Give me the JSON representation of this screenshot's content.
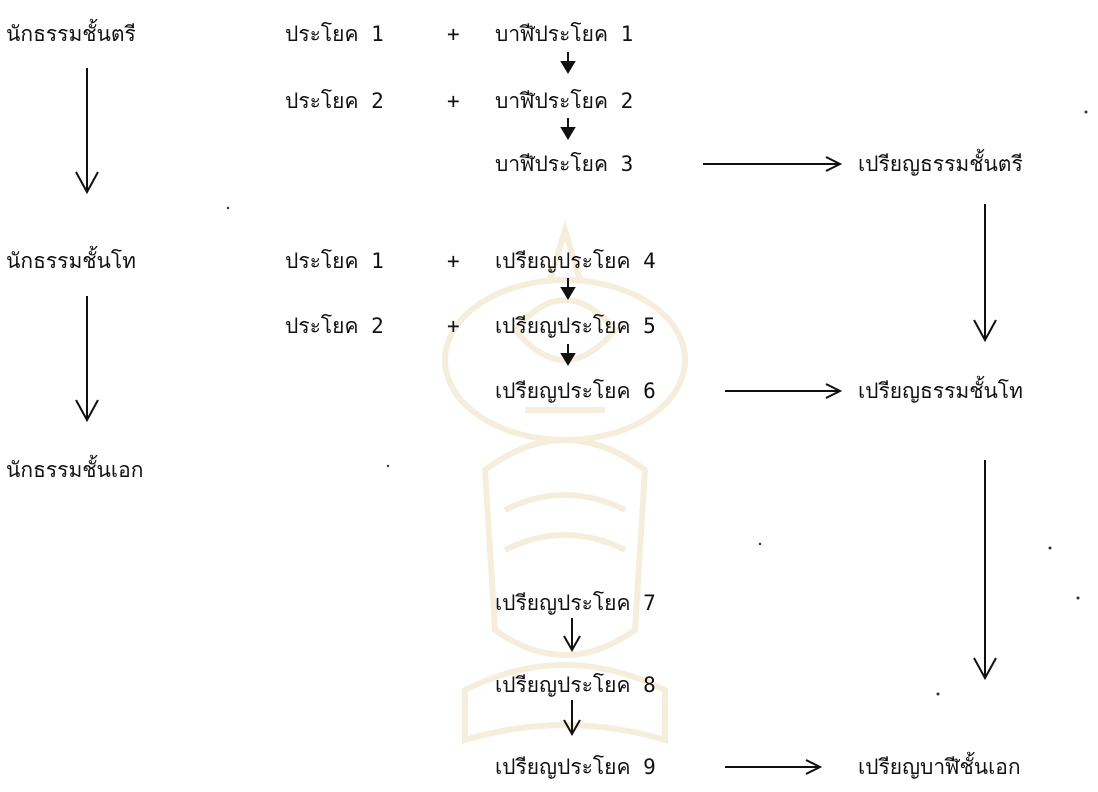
{
  "column_left": {
    "level1": "นักธรรมชั้นตรี",
    "level2": "นักธรรมชั้นโท",
    "level3": "นักธรรมชั้นเอก"
  },
  "column_middle": {
    "rows": [
      {
        "prefix": "ประโยค 1",
        "plus": "+",
        "course": "บาฬีประโยค 1"
      },
      {
        "prefix": "ประโยค 2",
        "plus": "+",
        "course": "บาฬีประโยค 2"
      },
      {
        "course": "บาฬีประโยค 3"
      },
      {
        "prefix": "ประโยค 1",
        "plus": "+",
        "course": "เปรียญประโยค 4"
      },
      {
        "prefix": "ประโยค 2",
        "plus": "+",
        "course": "เปรียญประโยค 5"
      },
      {
        "course": "เปรียญประโยค 6"
      },
      {
        "course": "เปรียญประโยค 7"
      },
      {
        "course": "เปรียญประโยค 8"
      },
      {
        "course": "เปรียญประโยค 9"
      }
    ]
  },
  "column_right": {
    "result1": "เปรียญธรรมชั้นตรี",
    "result2": "เปรียญธรรมชั้นโท",
    "result3": "เปรียญบาฬีชั้นเอก"
  },
  "watermark": {
    "type": "university seal (faint)",
    "color": "#c9a544"
  }
}
